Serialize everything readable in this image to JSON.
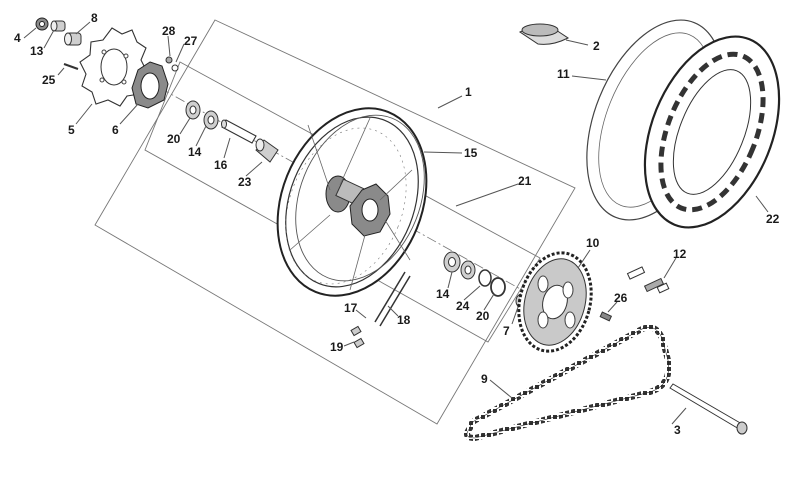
{
  "diagram": {
    "callouts": [
      {
        "id": "1",
        "label": "1"
      },
      {
        "id": "2",
        "label": "2"
      },
      {
        "id": "3",
        "label": "3"
      },
      {
        "id": "4",
        "label": "4"
      },
      {
        "id": "5",
        "label": "5"
      },
      {
        "id": "6",
        "label": "6"
      },
      {
        "id": "7",
        "label": "7"
      },
      {
        "id": "8",
        "label": "8"
      },
      {
        "id": "9",
        "label": "9"
      },
      {
        "id": "10",
        "label": "10"
      },
      {
        "id": "11",
        "label": "11"
      },
      {
        "id": "12",
        "label": "12"
      },
      {
        "id": "13",
        "label": "13"
      },
      {
        "id": "14a",
        "label": "14"
      },
      {
        "id": "14b",
        "label": "14"
      },
      {
        "id": "15",
        "label": "15"
      },
      {
        "id": "16",
        "label": "16"
      },
      {
        "id": "17",
        "label": "17"
      },
      {
        "id": "18",
        "label": "18"
      },
      {
        "id": "19",
        "label": "19"
      },
      {
        "id": "20a",
        "label": "20"
      },
      {
        "id": "20b",
        "label": "20"
      },
      {
        "id": "21",
        "label": "21"
      },
      {
        "id": "22",
        "label": "22"
      },
      {
        "id": "23",
        "label": "23"
      },
      {
        "id": "24",
        "label": "24"
      },
      {
        "id": "25",
        "label": "25"
      },
      {
        "id": "26",
        "label": "26"
      },
      {
        "id": "27",
        "label": "27"
      },
      {
        "id": "28",
        "label": "28"
      }
    ]
  }
}
